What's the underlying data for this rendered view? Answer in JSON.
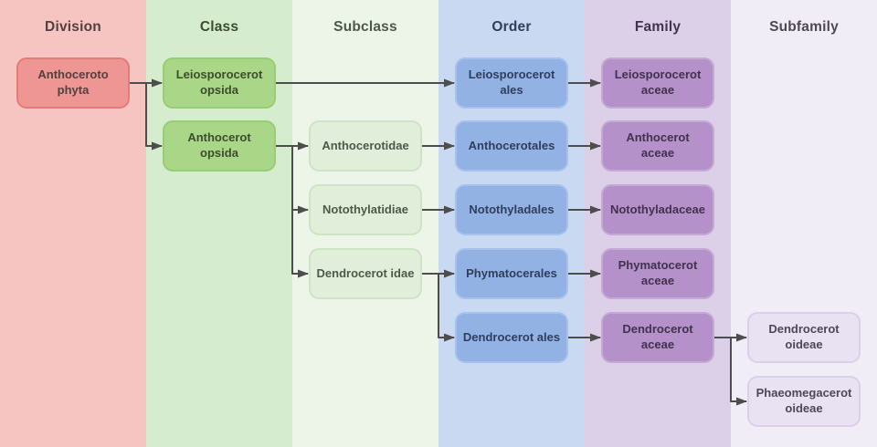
{
  "connector_color": "#4d4d4d",
  "columns": [
    {
      "id": "division",
      "label": "Division",
      "bg": "#f6c5c2",
      "box_fill": "#ee9694",
      "box_border": "#e57b77",
      "text": "#54403e"
    },
    {
      "id": "class",
      "label": "Class",
      "bg": "#d6ecce",
      "box_fill": "#aad687",
      "box_border": "#96cf73",
      "text": "#3c4d2c"
    },
    {
      "id": "subclass",
      "label": "Subclass",
      "bg": "#ecf5e8",
      "box_fill": "#e1efda",
      "box_border": "#cfe3c6",
      "text": "#4d584a"
    },
    {
      "id": "order",
      "label": "Order",
      "bg": "#c9d9f2",
      "box_fill": "#92b2e4",
      "box_border": "#a6c1ed",
      "text": "#2f3e5c"
    },
    {
      "id": "family",
      "label": "Family",
      "bg": "#dccfe8",
      "box_fill": "#b591c9",
      "box_border": "#c5a9d5",
      "text": "#42314f"
    },
    {
      "id": "subfamily",
      "label": "Subfamily",
      "bg": "#f1edf6",
      "box_fill": "#e9e2f2",
      "box_border": "#dcd0e9",
      "text": "#4e4758"
    }
  ],
  "nodes": [
    {
      "id": "anthocerotophyta",
      "label": "Anthoceroto phyta",
      "column": "division",
      "row": 0
    },
    {
      "id": "leiosporocerotopsida",
      "label": "Leiosporocerot opsida",
      "column": "class",
      "row": 0
    },
    {
      "id": "anthocerotopsida",
      "label": "Anthocerot opsida",
      "column": "class",
      "row": 1
    },
    {
      "id": "anthocerotidae",
      "label": "Anthocerotidae",
      "column": "subclass",
      "row": 1
    },
    {
      "id": "notothylatidiae",
      "label": "Notothylatidiae",
      "column": "subclass",
      "row": 2
    },
    {
      "id": "dendrocerotidae",
      "label": "Dendrocerot idae",
      "column": "subclass",
      "row": 3
    },
    {
      "id": "leiosporocerotales",
      "label": "Leiosporocerot ales",
      "column": "order",
      "row": 0
    },
    {
      "id": "anthocerotales",
      "label": "Anthocerotales",
      "column": "order",
      "row": 1
    },
    {
      "id": "notothyladales",
      "label": "Notothyladales",
      "column": "order",
      "row": 2
    },
    {
      "id": "phymatocerales",
      "label": "Phymatocerales",
      "column": "order",
      "row": 3
    },
    {
      "id": "dendrocerotales",
      "label": "Dendrocerot ales",
      "column": "order",
      "row": 4
    },
    {
      "id": "leiosporocerotaceae",
      "label": "Leiosporocerot aceae",
      "column": "family",
      "row": 0
    },
    {
      "id": "anthocerotaceae",
      "label": "Anthocerot aceae",
      "column": "family",
      "row": 1
    },
    {
      "id": "notothyladaceae",
      "label": "Notothyladaceae",
      "column": "family",
      "row": 2
    },
    {
      "id": "phymatocerotaceae",
      "label": "Phymatocerot aceae",
      "column": "family",
      "row": 3
    },
    {
      "id": "dendrocerotaceae",
      "label": "Dendrocerot aceae",
      "column": "family",
      "row": 4
    },
    {
      "id": "dendrocerotoideae",
      "label": "Dendrocerot oideae",
      "column": "subfamily",
      "row": 4
    },
    {
      "id": "phaeomegacerotoideae",
      "label": "Phaeomegacerot oideae",
      "column": "subfamily",
      "row": 5
    }
  ],
  "edges": [
    {
      "from": "anthocerotophyta",
      "to": "leiosporocerotopsida"
    },
    {
      "from": "anthocerotophyta",
      "to": "anthocerotopsida"
    },
    {
      "from": "leiosporocerotopsida",
      "to": "leiosporocerotales"
    },
    {
      "from": "anthocerotopsida",
      "to": "anthocerotidae"
    },
    {
      "from": "anthocerotopsida",
      "to": "notothylatidiae"
    },
    {
      "from": "anthocerotopsida",
      "to": "dendrocerotidae"
    },
    {
      "from": "anthocerotidae",
      "to": "anthocerotales"
    },
    {
      "from": "notothylatidiae",
      "to": "notothyladales"
    },
    {
      "from": "dendrocerotidae",
      "to": "phymatocerales"
    },
    {
      "from": "dendrocerotidae",
      "to": "dendrocerotales"
    },
    {
      "from": "leiosporocerotales",
      "to": "leiosporocerotaceae"
    },
    {
      "from": "anthocerotales",
      "to": "anthocerotaceae"
    },
    {
      "from": "notothyladales",
      "to": "notothyladaceae"
    },
    {
      "from": "phymatocerales",
      "to": "phymatocerotaceae"
    },
    {
      "from": "dendrocerotales",
      "to": "dendrocerotaceae"
    },
    {
      "from": "dendrocerotaceae",
      "to": "dendrocerotoideae"
    },
    {
      "from": "dendrocerotaceae",
      "to": "phaeomegacerotoideae"
    }
  ]
}
